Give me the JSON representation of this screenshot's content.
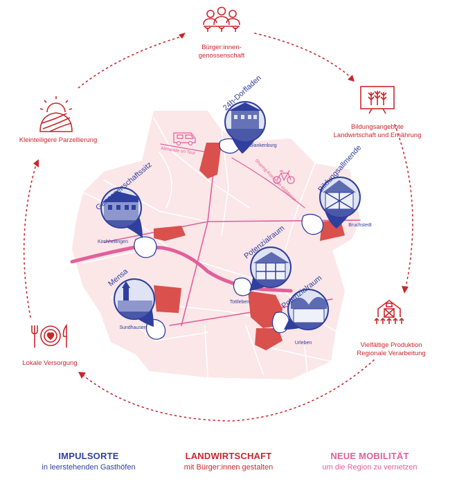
{
  "cycle": {
    "buerger": "Bürger:innen-\ngenossenschaft",
    "bildung": "Bildungsangebote\nLandwirtschaft und Ernährung",
    "produktion": "Vielfältige Produktion\nRegionale Verarbeitung",
    "versorgung": "Lokale Versorgung",
    "parzellierung": "Kleinteiligere Parzellierung"
  },
  "places": {
    "blankenburg": "Blankenburg",
    "bruchstedt": "Bruchstedt",
    "kirchheilingen": "Kirchheilingen",
    "sundhausen": "Sundhausen",
    "tottleben": "Tottleben",
    "urleben": "Urleben"
  },
  "pins": {
    "dorfladen": "24h-Dorfladen",
    "bildungsallmende": "Bildungsallmende",
    "genossenschaftssitz": "Genossenschaftssitz",
    "potenzialraum1": "Potenzialraum",
    "potenzialraum2": "Potenzialraum",
    "mensa": "Mensa"
  },
  "mobility": {
    "tour": "Allmende on Tour",
    "sharing": "Sharing-Konzepte etablieren"
  },
  "footer": {
    "impulsorte_title": "IMPULSORTE",
    "impulsorte_sub": "in leerstehenden Gasthöfen",
    "landwirtschaft_title": "LANDWIRTSCHAFT",
    "landwirtschaft_sub": "mit Bürger:innen gestalten",
    "mobilitaet_title": "NEUE MOBILITÄT",
    "mobilitaet_sub": "um die Region zu vernetzen"
  },
  "colors": {
    "red": "#c9262c",
    "blue": "#2f3f9e",
    "pink": "#e0609a",
    "map_bg": "#fbe6e8",
    "parcel": "#d9504d"
  }
}
